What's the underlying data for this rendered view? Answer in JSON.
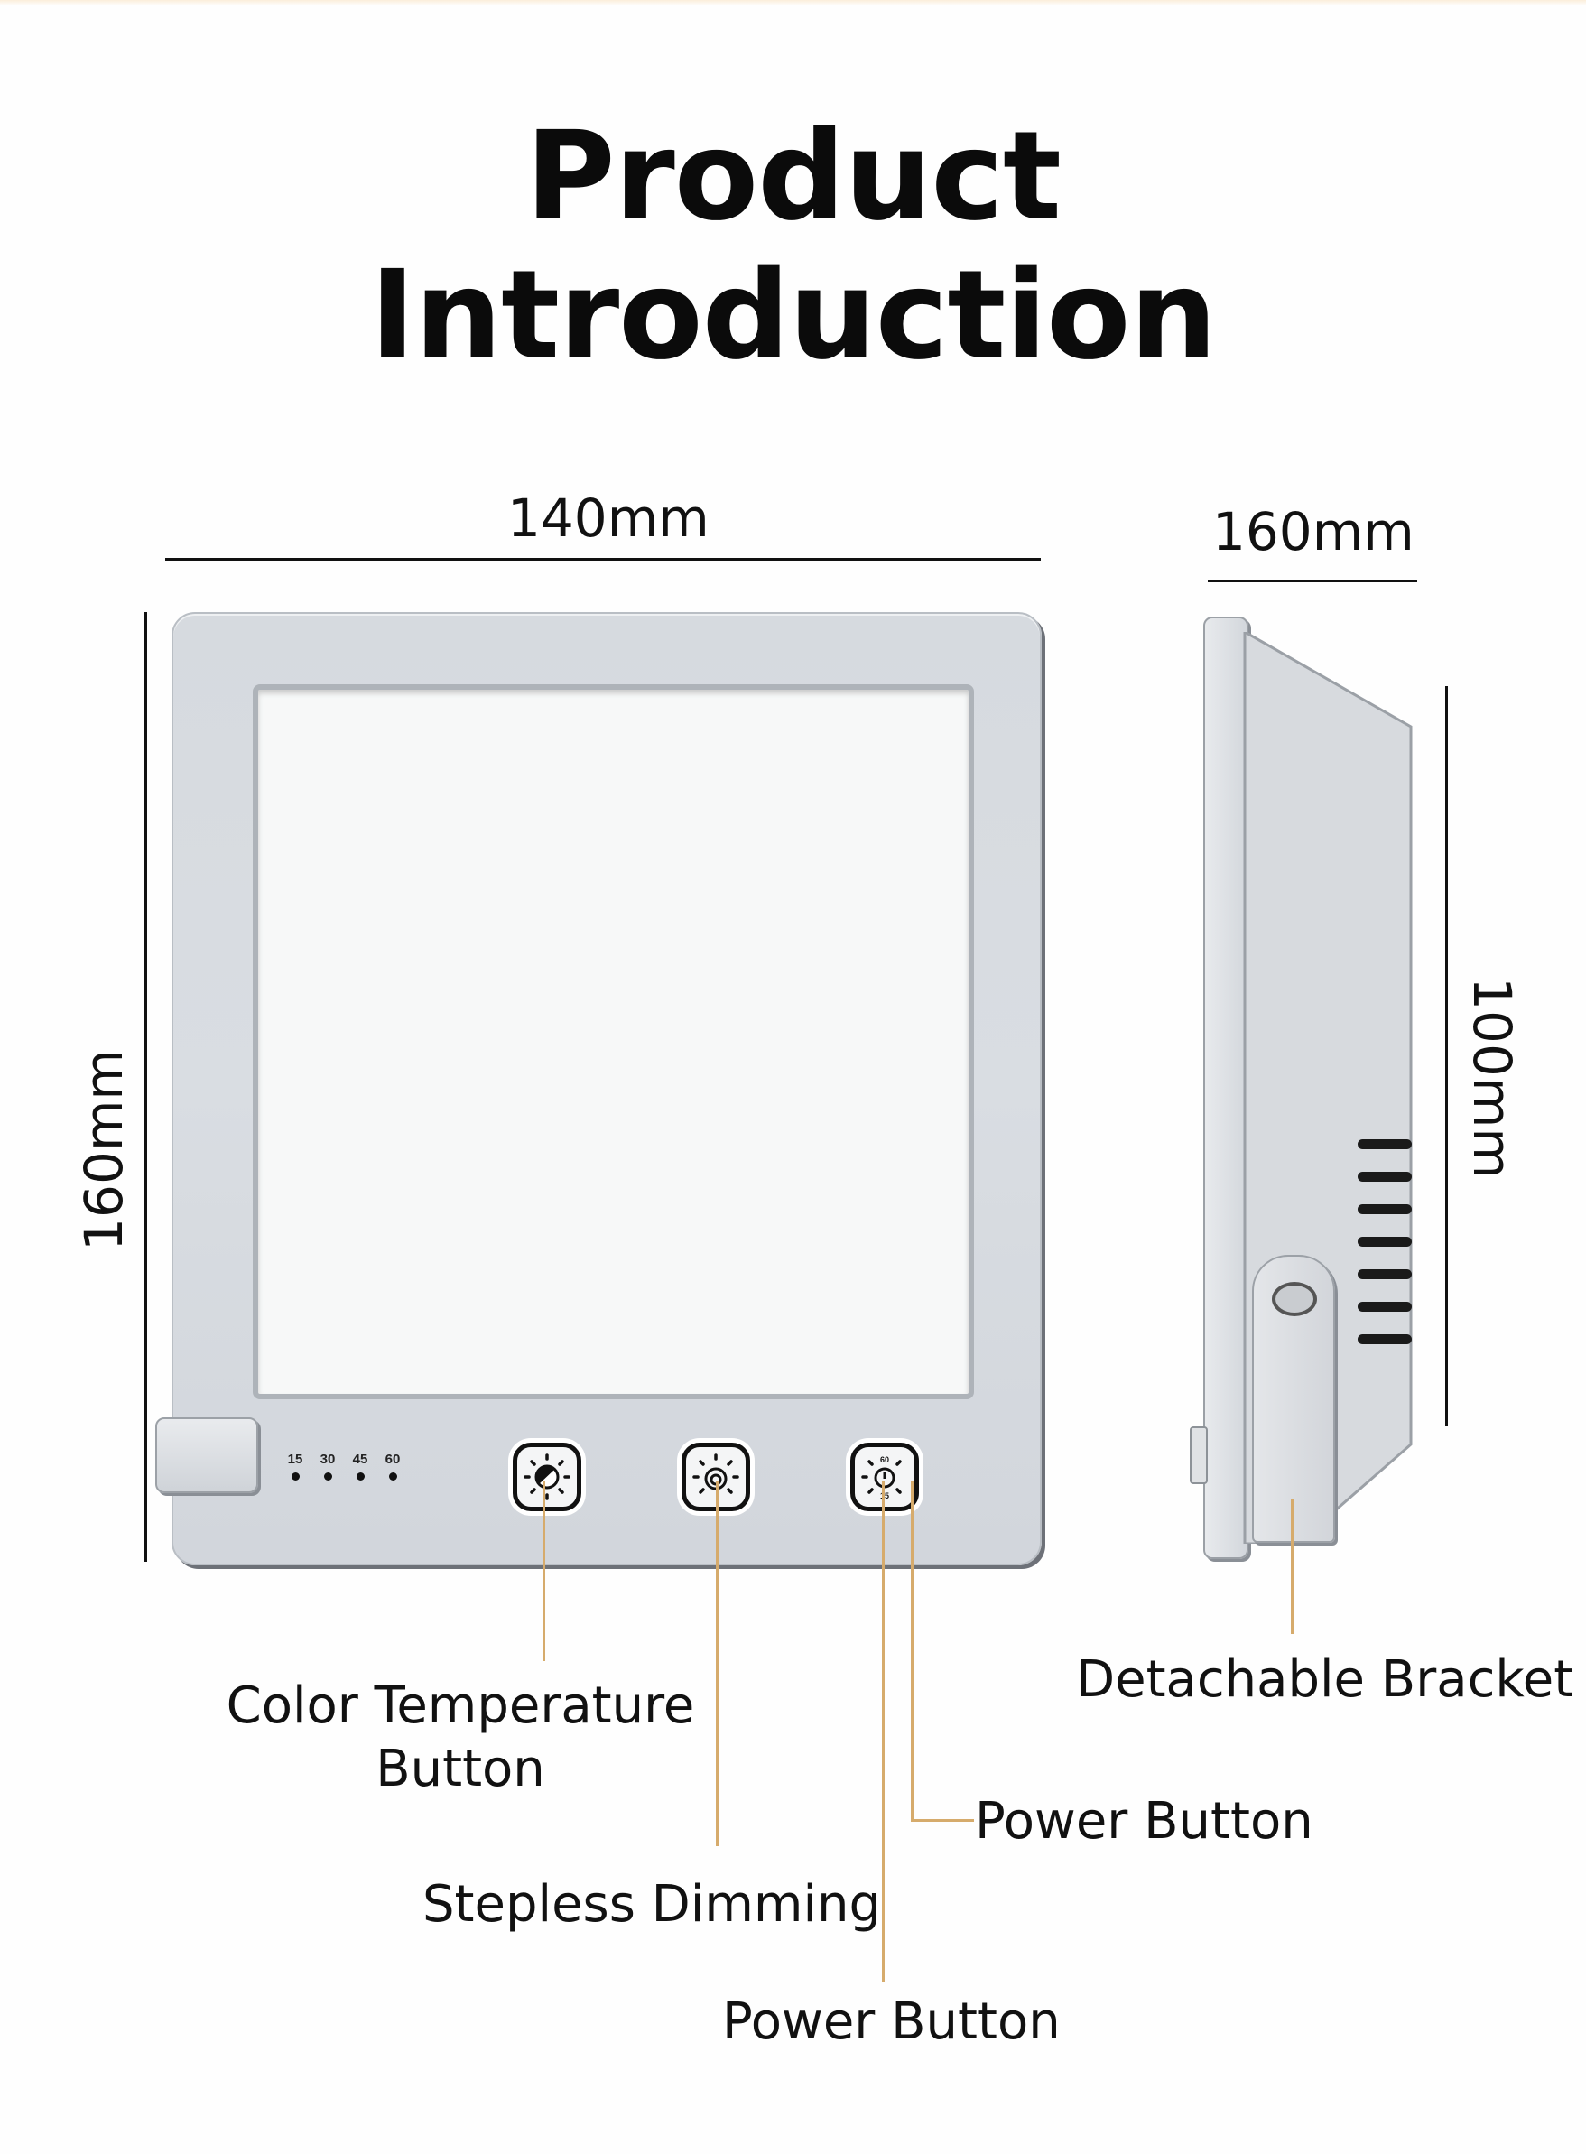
{
  "title": {
    "line1": "Product",
    "line2": "Introduction"
  },
  "dimensions": {
    "front_width": "140mm",
    "front_height": "160mm",
    "side_width": "160mm",
    "side_height": "100mm"
  },
  "front_view": {
    "timer_labels": [
      "15",
      "30",
      "45",
      "60"
    ],
    "buttons": [
      {
        "icon": "color-temperature-icon"
      },
      {
        "icon": "dimming-icon"
      },
      {
        "icon": "power-timer-icon"
      }
    ]
  },
  "callouts": {
    "color_temperature": {
      "line1": "Color Temperature",
      "line2": "Button"
    },
    "stepless_dimming": "Stepless Dimming",
    "power_button_right": "Power Button",
    "power_button_bottom": "Power Button",
    "detachable_bracket": "Detachable Bracket"
  },
  "colors": {
    "leader_line": "#d6ab6c",
    "device_body": "#d8dce1",
    "text": "#111111"
  }
}
